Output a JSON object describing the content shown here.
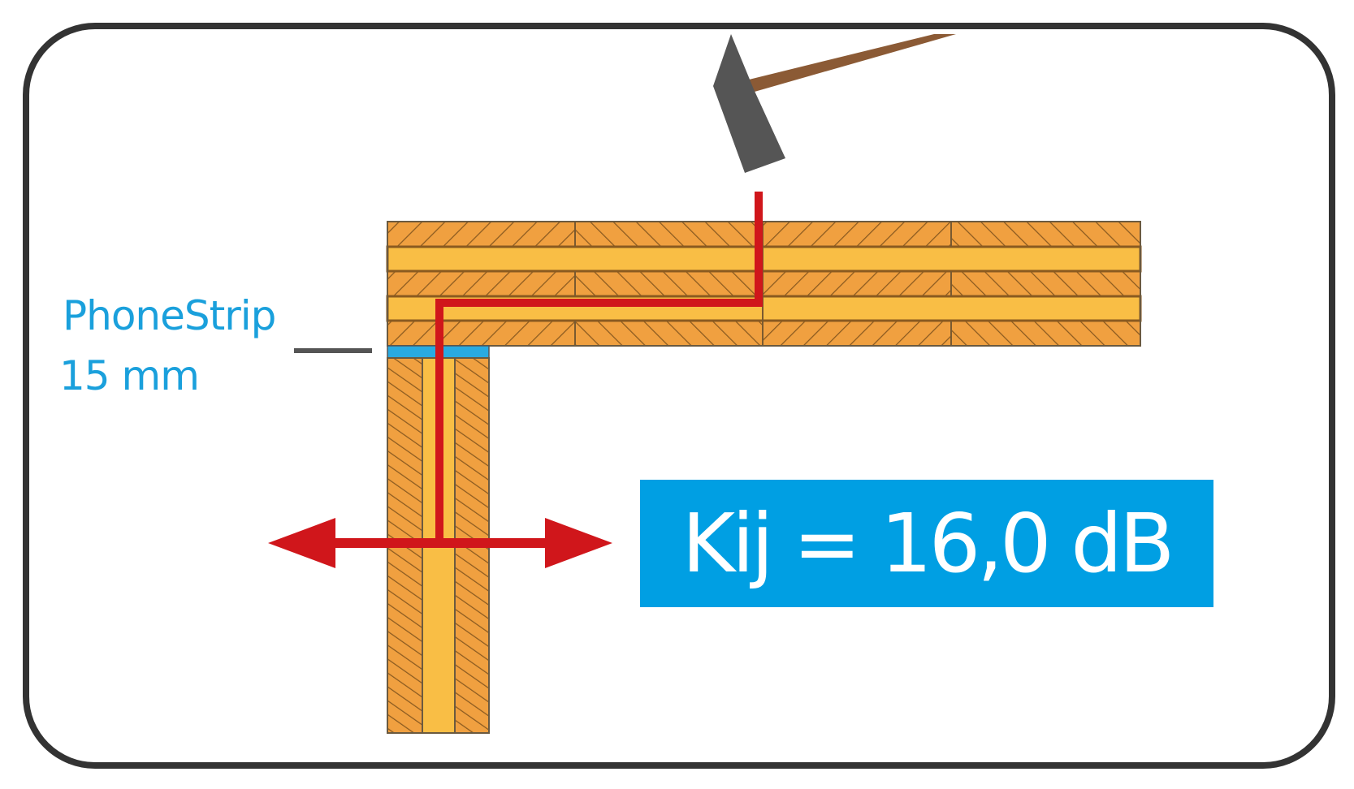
{
  "labels": {
    "product_name": "PhoneStrip",
    "product_thickness": "15 mm",
    "result": "Kij = 16,0 dB"
  },
  "colors": {
    "frame": "#333333",
    "wood_hatched": "#f0a040",
    "wood_core": "#f9be45",
    "grain": "#8a5a20",
    "strip": "#29aae1",
    "path": "#d0161b",
    "result_box": "#009fe3",
    "hammer_head": "#555555",
    "hammer_handle": "#8b5a35"
  }
}
